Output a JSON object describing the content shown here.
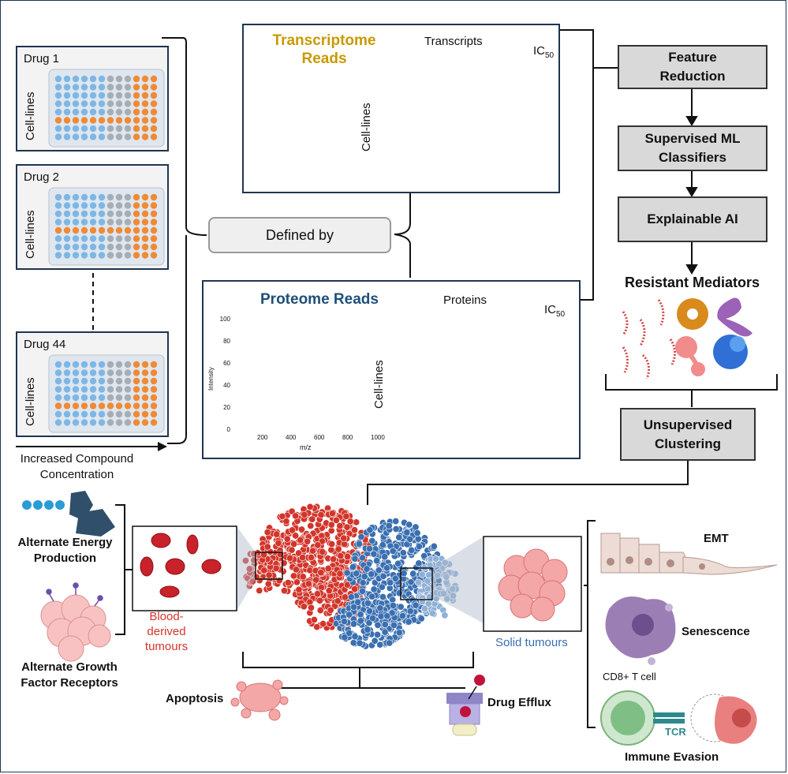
{
  "plates": {
    "cell_lines_label": "Cell-lines",
    "drugs": [
      "Drug 1",
      "Drug 2",
      "Drug 44"
    ],
    "concentration_label": "Increased Compound Concentration"
  },
  "defined_by": "Defined by",
  "transcriptome": {
    "title": "Transcriptome Reads",
    "columns_label": "Transcripts",
    "ic50": "IC",
    "ic50_sub": "50",
    "rows_label": "Cell-lines",
    "color": "#c79a00"
  },
  "proteome": {
    "title": "Proteome Reads",
    "columns_label": "Proteins",
    "ic50": "IC",
    "ic50_sub": "50",
    "rows_label": "Cell-lines",
    "color": "#1f4e79",
    "spectrum": {
      "ylabel": "Intensity",
      "xlabel": "m/z",
      "yticks": [
        "0",
        "20",
        "40",
        "60",
        "80",
        "100"
      ],
      "xticks": [
        "200",
        "400",
        "600",
        "800",
        "1000"
      ]
    }
  },
  "pipeline": {
    "feature_reduction": "Feature Reduction",
    "supervised": "Supervised ML Classifiers",
    "explainable": "Explainable AI",
    "resistant": "Resistant Mediators",
    "unsupervised": "Unsupervised Clustering"
  },
  "clusters": {
    "blood_label": "Blood-derived tumours",
    "solid_label": "Solid tumours",
    "blood_color": "#d2352b",
    "solid_color": "#3a6fb0"
  },
  "left_mechanisms": {
    "energy": "Alternate Energy Production",
    "growth": "Alternate Growth Factor Receptors"
  },
  "bottom_mechanisms": {
    "apoptosis": "Apoptosis",
    "efflux": "Drug Efflux"
  },
  "right_mechanisms": {
    "emt": "EMT",
    "senescence": "Senescence",
    "cd8": "CD8+ T cell",
    "tcr": "TCR",
    "immune": "Immune Evasion"
  }
}
